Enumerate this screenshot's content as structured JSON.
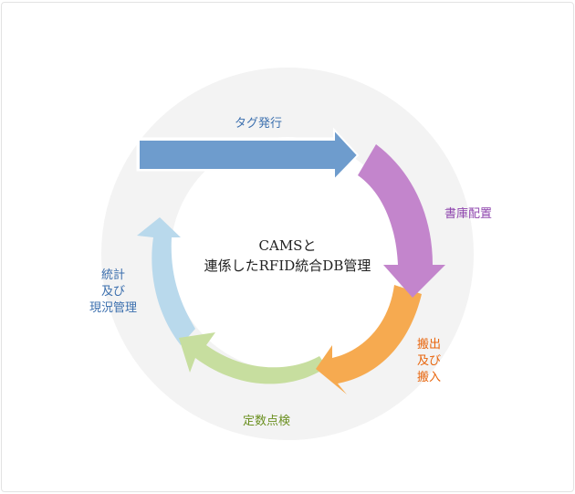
{
  "diagram": {
    "center": {
      "line1": "CAMSと",
      "line2": "連係したRFID統合DB管理"
    },
    "steps": [
      {
        "label": "タグ発行",
        "color": "#3b6fae"
      },
      {
        "label": "書庫配置",
        "color": "#8e44ad"
      },
      {
        "label_lines": [
          "搬出",
          "及び",
          "搬入"
        ],
        "color": "#e8650c"
      },
      {
        "label": "定数点検",
        "color": "#6a8f1f"
      },
      {
        "label_lines": [
          "統計",
          "及び",
          "現況管理"
        ],
        "color": "#3b6fae"
      }
    ],
    "arrow_colors": {
      "tag": "#6e9ccd",
      "shelf": "#c484cc",
      "transfer": "#f6a94e",
      "inspection": "#c5dd9c",
      "stats": "#b9d9ec",
      "ring": "#f4f4f4"
    }
  }
}
